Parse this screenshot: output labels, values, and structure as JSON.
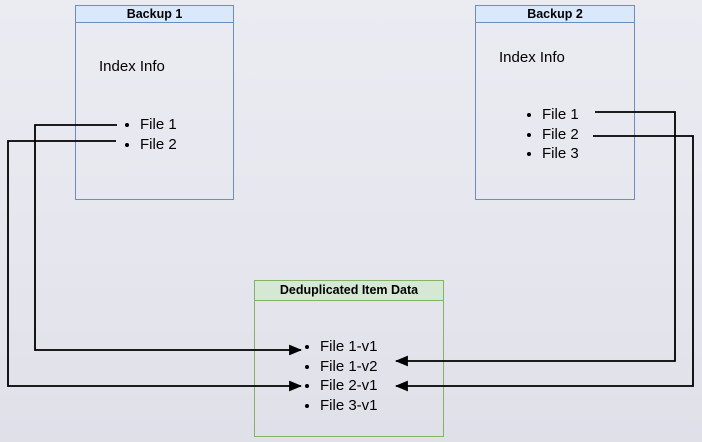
{
  "backup1": {
    "title": "Backup 1",
    "index_label": "Index Info",
    "files": [
      "File 1",
      "File 2"
    ]
  },
  "backup2": {
    "title": "Backup 2",
    "index_label": "Index Info",
    "files": [
      "File 1",
      "File 2",
      "File 3"
    ]
  },
  "dedup": {
    "title": "Deduplicated Item Data",
    "items": [
      "File 1-v1",
      "File 1-v2",
      "File 2-v1",
      "File 3-v1"
    ]
  },
  "connections": [
    {
      "from": "Backup 1 / File 1",
      "to": "File 1-v1"
    },
    {
      "from": "Backup 1 / File 2",
      "to": "File 2-v1"
    },
    {
      "from": "Backup 2 / File 1",
      "to": "File 1-v2"
    },
    {
      "from": "Backup 2 / File 2",
      "to": "File 2-v1"
    }
  ],
  "colors": {
    "backup_header_fill": "#dae8fc",
    "backup_border": "#6c8ebf",
    "dedup_header_fill": "#d5e8d4",
    "dedup_border": "#82b366",
    "arrow": "#000000",
    "background": "#e6e6ee"
  }
}
